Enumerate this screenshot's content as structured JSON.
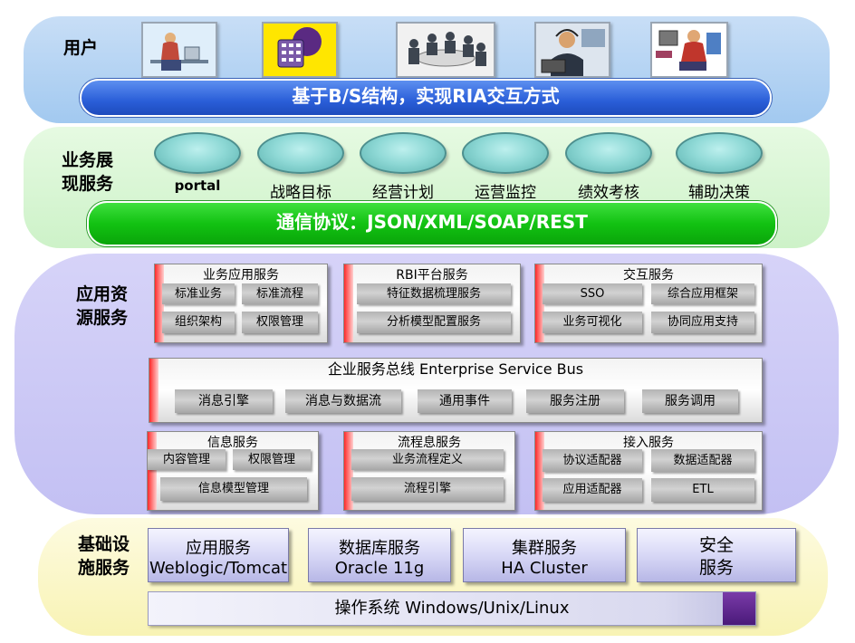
{
  "layers": {
    "user": {
      "label": "用户",
      "bar_text": "基于B/S结构，实现RIA交互方式"
    },
    "presentation": {
      "label_line1": "业务展",
      "label_line2": "现服务",
      "items": [
        "portal",
        "战略目标",
        "经营计划",
        "运营监控",
        "绩效考核",
        "辅助决策"
      ],
      "bar_text": "通信协议：JSON/XML/SOAP/REST"
    },
    "app_resources": {
      "label_line1": "应用资",
      "label_line2": "源服务",
      "business_app": {
        "title": "业务应用服务",
        "cells": [
          "标准业务",
          "标准流程",
          "组织架构",
          "权限管理"
        ]
      },
      "rbi": {
        "title": "RBI平台服务",
        "cells": [
          "特征数据梳理服务",
          "分析模型配置服务"
        ]
      },
      "interaction": {
        "title": "交互服务",
        "cells": [
          "SSO",
          "综合应用框架",
          "业务可视化",
          "协同应用支持"
        ]
      },
      "esb": {
        "title": "企业服务总线 Enterprise Service Bus",
        "cells": [
          "消息引擎",
          "消息与数据流",
          "通用事件",
          "服务注册",
          "服务调用"
        ]
      },
      "info": {
        "title": "信息服务",
        "cells": [
          "内容管理",
          "权限管理",
          "信息模型管理"
        ]
      },
      "process": {
        "title": "流程息服务",
        "cells": [
          "业务流程定义",
          "流程引擎"
        ]
      },
      "access": {
        "title": "接入服务",
        "cells": [
          "协议适配器",
          "数据适配器",
          "应用适配器",
          "ETL"
        ]
      }
    },
    "infrastructure": {
      "label_line1": "基础设",
      "label_line2": "施服务",
      "boxes": [
        {
          "line1": "应用服务",
          "line2": "Weblogic/Tomcat"
        },
        {
          "line1": "数据库服务",
          "line2": "Oracle 11g"
        },
        {
          "line1": "集群服务",
          "line2": "HA Cluster"
        },
        {
          "line1": "安全",
          "line2": "服务"
        }
      ],
      "os_bar": "操作系统 Windows/Unix/Linux"
    }
  },
  "user_images": [
    "person-at-computer-icon",
    "phone-keypad-icon",
    "meeting-group-icon",
    "headset-operator-icon",
    "office-worker-icon"
  ],
  "colors": {
    "user_layer": "#a9cdf1",
    "user_bar": "#2f6be0",
    "presentation_layer": "#d8f7d4",
    "protocol_bar": "#13c213",
    "app_layer": "#c9c6f5",
    "infra_layer": "#fbf8c8",
    "panel_accent": "#ff2a2a"
  }
}
